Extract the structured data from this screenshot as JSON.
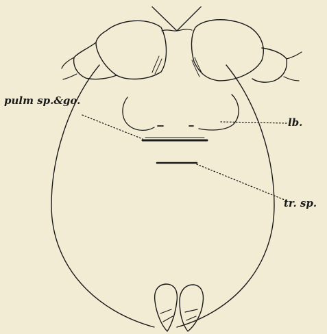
{
  "labels": {
    "pulm_sp_go": "pulm sp.&go.",
    "lb": "lb.",
    "tr_sp": "tr. sp."
  },
  "colors": {
    "paper": "#f3ecd4",
    "ink": "#1a1a1a"
  }
}
